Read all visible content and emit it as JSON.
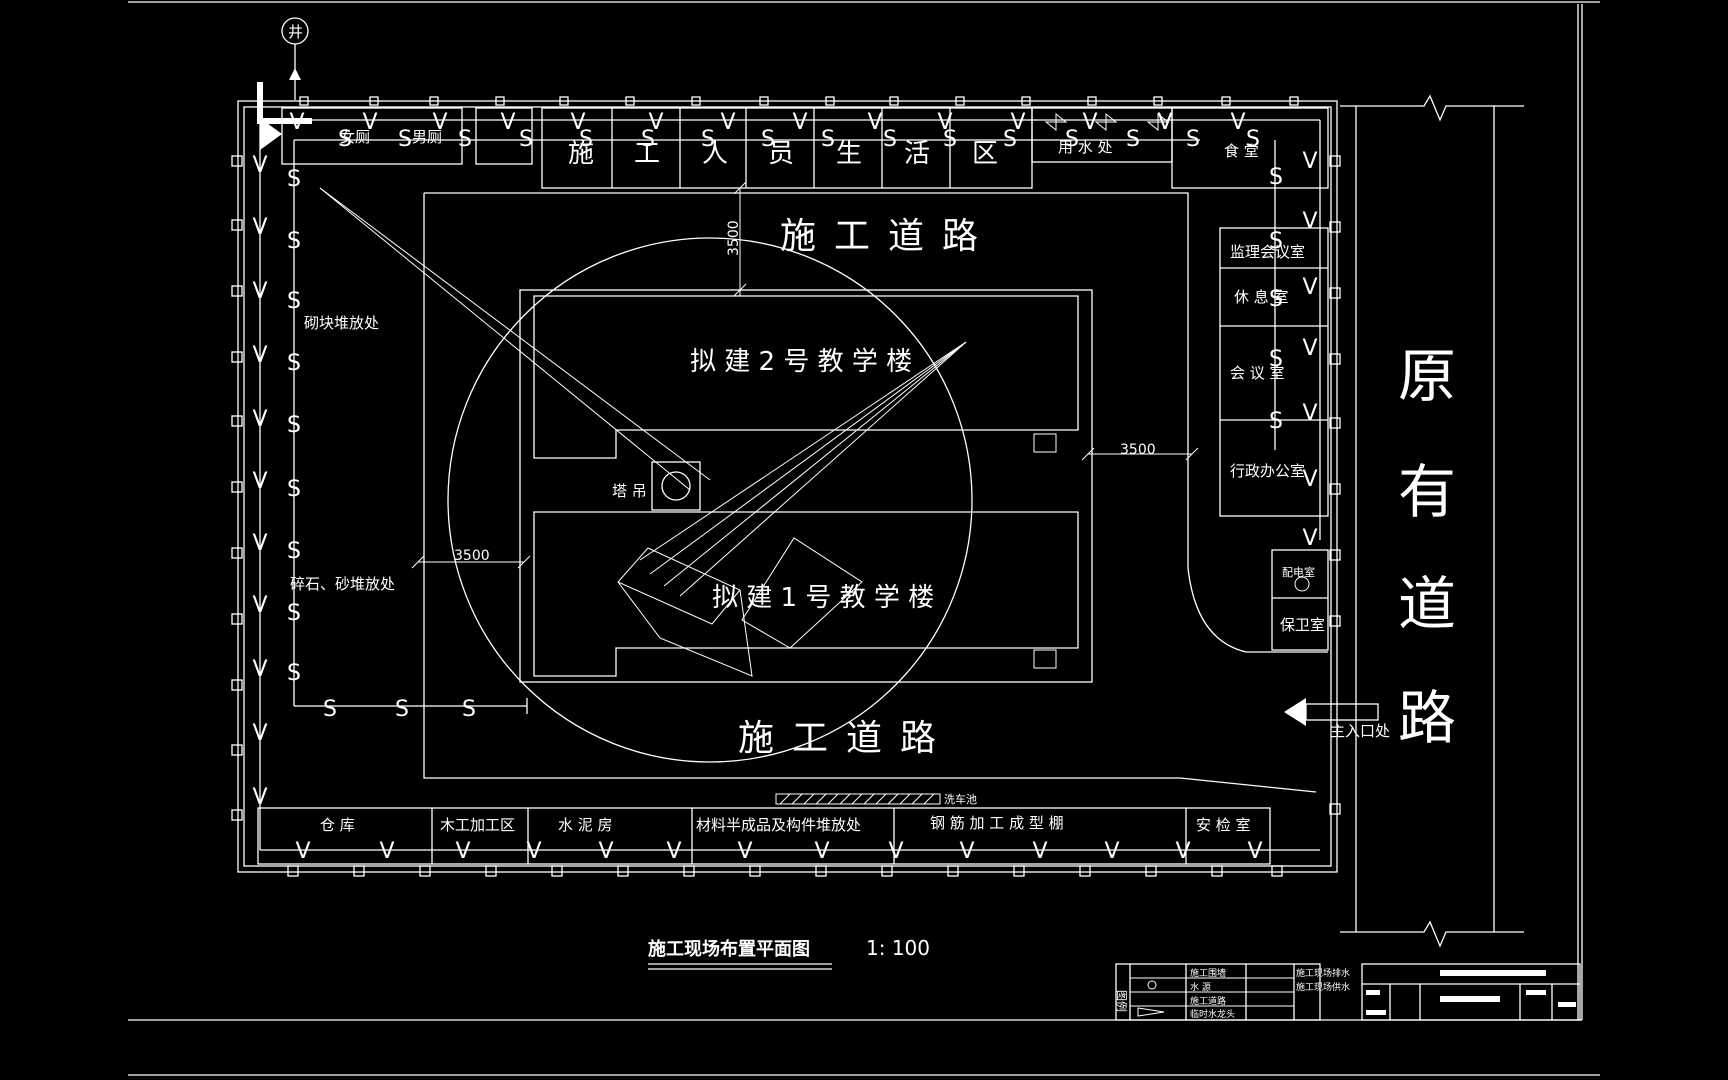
{
  "labels": {
    "well": "井",
    "female_kitchen": "女厕",
    "male_kitchen": "男厕",
    "worker_zone": [
      "施",
      "工",
      "人",
      "员",
      "生",
      "活",
      "区"
    ],
    "water_use": "用 水 处",
    "canteen": "食 堂",
    "road_top": "施工道路",
    "road_bottom": "施工道路",
    "building2": "拟 建 2 号 教 学 楼",
    "building1": "拟 建 1 号 教 学 楼",
    "crane": "塔 吊",
    "brick_yard": "砌块堆放处",
    "gravel_yard": "碎石、砂堆放处",
    "supervisor": "监理会议室",
    "rest": "休 息 室",
    "meeting": "会 议 室",
    "office": "行政办公室",
    "storage_small": "配电室",
    "guard": "保卫室",
    "existing_road": [
      "原",
      "有",
      "道",
      "路"
    ],
    "main_entrance": "主入口处",
    "warehouse": "仓    库",
    "carpentry": "木工加工区",
    "cement": "水    泥    房",
    "materials": "材料半成品及构件堆放处",
    "rebar": "钢    筋    加    工    成    型    棚",
    "safety": "安 检 室",
    "wash": "洗车池",
    "dim_3500_a": "3500",
    "dim_3500_b": "3500",
    "dim_3500_c": "3500",
    "drawing_title": "施工现场布置平面图",
    "scale": "1:  100"
  },
  "pipe_symbols": {
    "supply": "V",
    "drain": "S"
  },
  "legend": {
    "title": "图例",
    "rows": [
      [
        "施工围墙",
        "施工现场排水"
      ],
      [
        "水 源",
        "施工现场供水"
      ],
      [
        "施工道路",
        ""
      ],
      [
        "临时水龙头",
        ""
      ]
    ]
  }
}
